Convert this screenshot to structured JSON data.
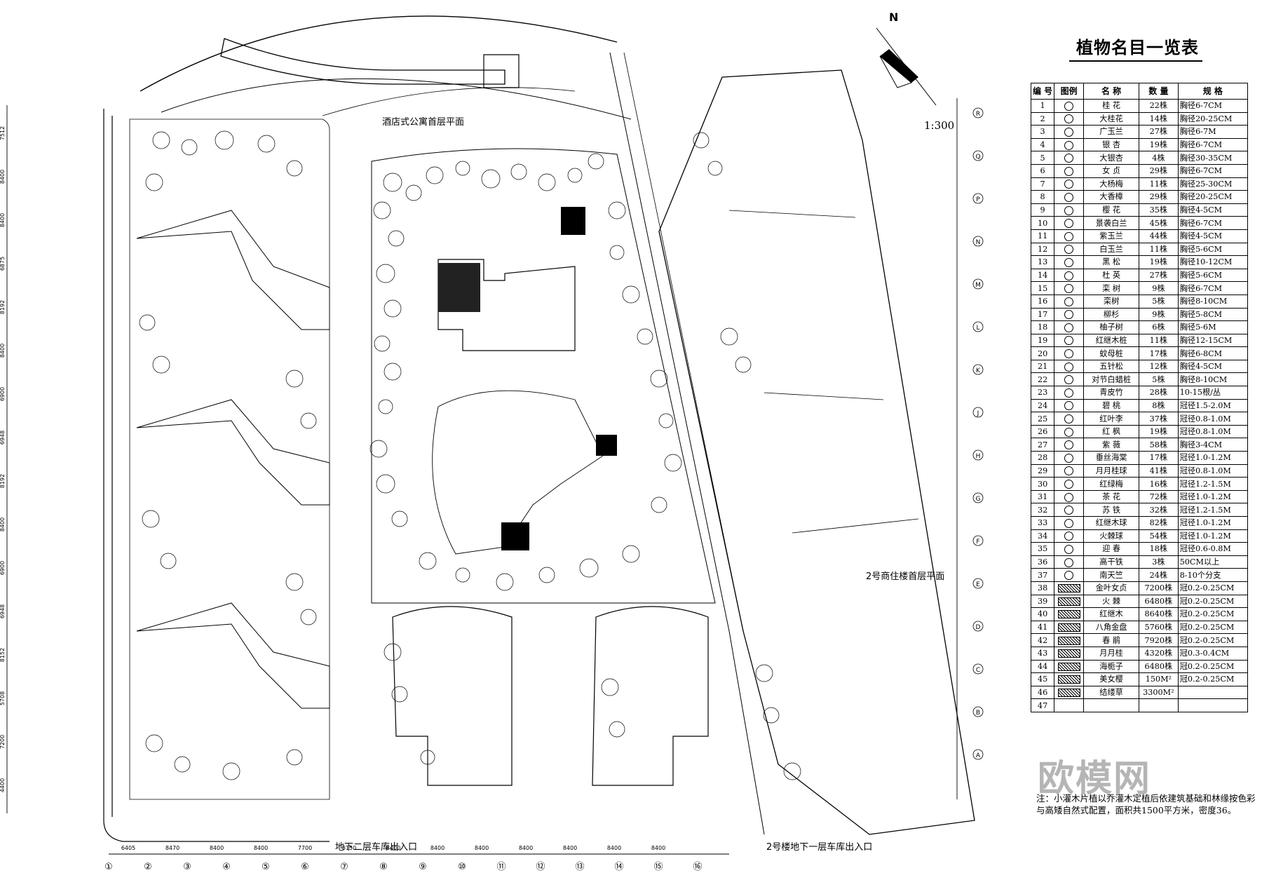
{
  "drawing": {
    "labels": {
      "hotel_plan": "酒店式公寓首层平面",
      "commercial_plan": "2号商住楼首层平面",
      "garage_entrance": "地下二层车库出入口",
      "garage_exit_2": "2号楼地下一层车库出入口",
      "scale": "1:300",
      "north": "N"
    },
    "axis_bottom": [
      "①",
      "②",
      "③",
      "④",
      "⑤",
      "⑥",
      "⑦",
      "⑧",
      "⑨",
      "⑩",
      "⑪",
      "⑫",
      "⑬",
      "⑭",
      "⑮",
      "⑯"
    ],
    "axis_right": [
      "R",
      "Q",
      "P",
      "N",
      "M",
      "L",
      "K",
      "J",
      "H",
      "G",
      "F",
      "E",
      "D",
      "C",
      "B",
      "A"
    ],
    "dims_bottom": [
      "6405",
      "8470",
      "8400",
      "8400",
      "7700",
      "8150",
      "8400",
      "8400",
      "8400",
      "8400",
      "8400",
      "8400",
      "8400"
    ],
    "dims_left": [
      "7512",
      "8400",
      "8400",
      "6875",
      "8192",
      "8400",
      "6900",
      "6948",
      "8192",
      "8400",
      "6900",
      "6948",
      "8152",
      "5708",
      "7200",
      "4400"
    ]
  },
  "legend": {
    "title": "植物名目一览表",
    "headers": [
      "编 号",
      "图例",
      "名  称",
      "数  量",
      "规  格"
    ],
    "rows": [
      [
        "1",
        "桂  花",
        "22株",
        "胸径6-7CM"
      ],
      [
        "2",
        "大桂花",
        "14株",
        "胸径20-25CM"
      ],
      [
        "3",
        "广玉兰",
        "27株",
        "胸径6-7M"
      ],
      [
        "4",
        "银  杏",
        "19株",
        "胸径6-7CM"
      ],
      [
        "5",
        "大银杏",
        "4株",
        "胸径30-35CM"
      ],
      [
        "6",
        "女  贞",
        "29株",
        "胸径6-7CM"
      ],
      [
        "7",
        "大杨梅",
        "11株",
        "胸径25-30CM"
      ],
      [
        "8",
        "大香樟",
        "29株",
        "胸径20-25CM"
      ],
      [
        "9",
        "樱  花",
        "35株",
        "胸径4-5CM"
      ],
      [
        "10",
        "景袭白兰",
        "45株",
        "胸径6-7CM"
      ],
      [
        "11",
        "紫玉兰",
        "44株",
        "胸径4-5CM"
      ],
      [
        "12",
        "白玉兰",
        "11株",
        "胸径5-6CM"
      ],
      [
        "13",
        "黑  松",
        "19株",
        "胸径10-12CM"
      ],
      [
        "14",
        "杜  英",
        "27株",
        "胸径5-6CM"
      ],
      [
        "15",
        "栾  树",
        "9株",
        "胸径6-7CM"
      ],
      [
        "16",
        "栾树",
        "5株",
        "胸径8-10CM"
      ],
      [
        "17",
        "柳杉",
        "9株",
        "胸径5-8CM"
      ],
      [
        "18",
        "柚子树",
        "6株",
        "胸径5-6M"
      ],
      [
        "19",
        "红继木桩",
        "11株",
        "胸径12-15CM"
      ],
      [
        "20",
        "蚊母桩",
        "17株",
        "胸径6-8CM"
      ],
      [
        "21",
        "五针松",
        "12株",
        "胸径4-5CM"
      ],
      [
        "22",
        "对节白蜡桩",
        "5株",
        "胸径8-10CM"
      ],
      [
        "23",
        "青皮竹",
        "28株",
        "10-15根/丛"
      ],
      [
        "24",
        "碧  桃",
        "8株",
        "冠径1.5-2.0M"
      ],
      [
        "25",
        "红叶李",
        "37株",
        "冠径0.8-1.0M"
      ],
      [
        "26",
        "红  枫",
        "19株",
        "冠径0.8-1.0M"
      ],
      [
        "27",
        "紫  薇",
        "58株",
        "胸径3-4CM"
      ],
      [
        "28",
        "垂丝海棠",
        "17株",
        "冠径1.0-1.2M"
      ],
      [
        "29",
        "月月桂球",
        "41株",
        "冠径0.8-1.0M"
      ],
      [
        "30",
        "红绿梅",
        "16株",
        "冠径1.2-1.5M"
      ],
      [
        "31",
        "茶  花",
        "72株",
        "冠径1.0-1.2M"
      ],
      [
        "32",
        "苏  铁",
        "32株",
        "冠径1.2-1.5M"
      ],
      [
        "33",
        "红继木球",
        "82株",
        "冠径1.0-1.2M"
      ],
      [
        "34",
        "火棘球",
        "54株",
        "冠径1.0-1.2M"
      ],
      [
        "35",
        "迎  春",
        "18株",
        "冠径0.6-0.8M"
      ],
      [
        "36",
        "高干铁",
        "3株",
        "50CM以上"
      ],
      [
        "37",
        "南天竺",
        "24株",
        "8-10个分支"
      ],
      [
        "38",
        "金叶女贞",
        "7200株",
        "冠0.2-0.25CM"
      ],
      [
        "39",
        "火  棘",
        "6480株",
        "冠0.2-0.25CM"
      ],
      [
        "40",
        "红继木",
        "8640株",
        "冠0.2-0.25CM"
      ],
      [
        "41",
        "八角金盘",
        "5760株",
        "冠0.2-0.25CM"
      ],
      [
        "42",
        "春  鹃",
        "7920株",
        "冠0.2-0.25CM"
      ],
      [
        "43",
        "月月桂",
        "4320株",
        "冠0.3-0.4CM"
      ],
      [
        "44",
        "海栀子",
        "6480株",
        "冠0.2-0.25CM"
      ],
      [
        "45",
        "美女樱",
        "150M²",
        "冠0.2-0.25CM"
      ],
      [
        "46",
        "结缕草",
        "3300M²",
        ""
      ],
      [
        "47",
        "",
        "",
        ""
      ]
    ],
    "note": "注：小灌木片植以乔灌木定植后依建筑基础和林缘按色彩与高矮自然式配置，面积共1500平方米，密度36。"
  },
  "watermark": "欧模网",
  "colors": {
    "line": "#000000",
    "background": "#ffffff",
    "watermark": "#8a8a8a"
  }
}
